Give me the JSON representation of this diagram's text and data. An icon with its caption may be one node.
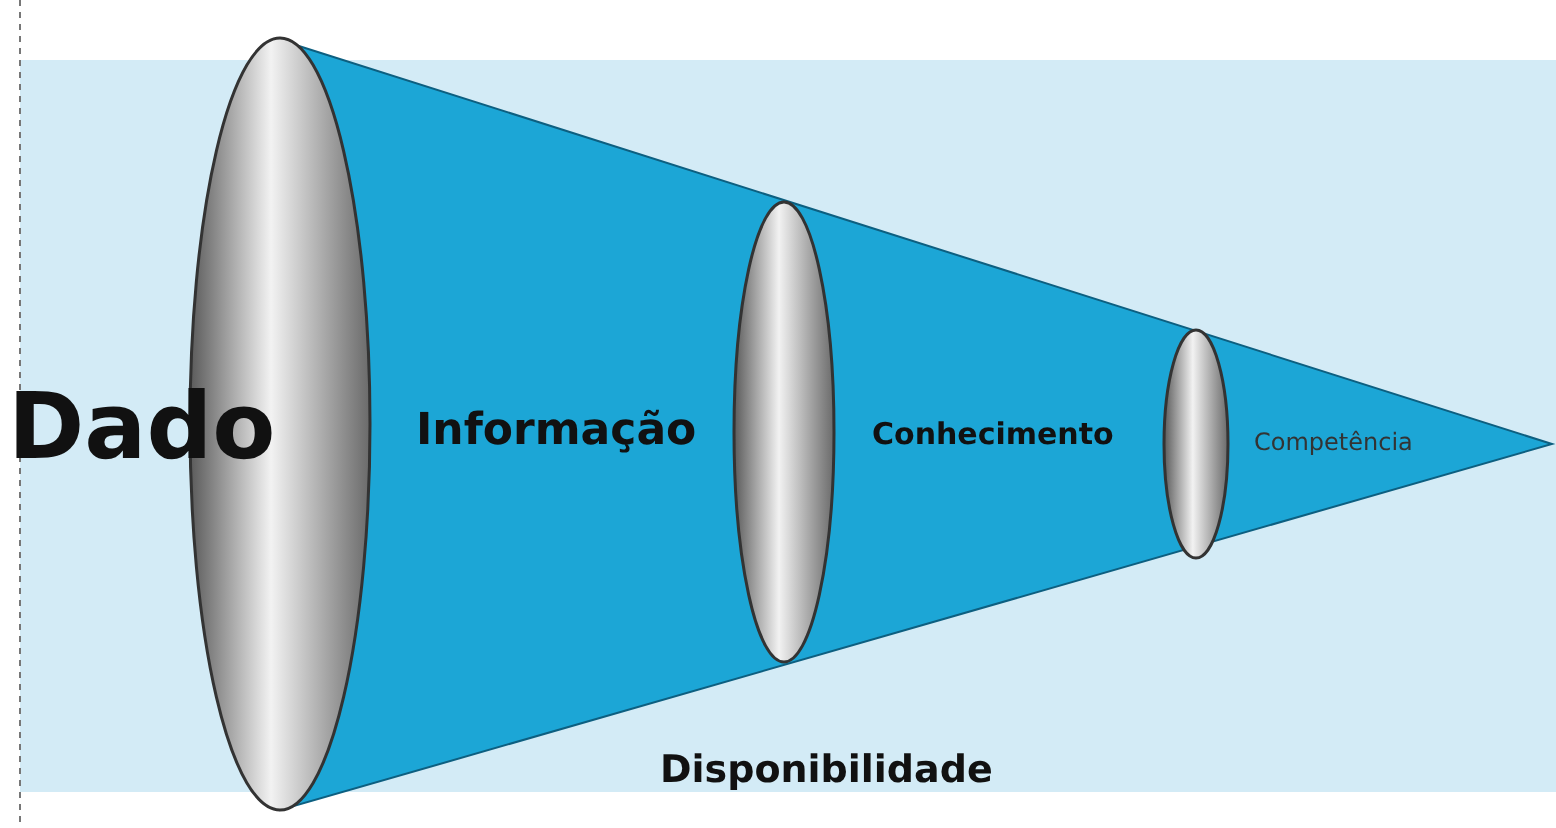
{
  "diagram": {
    "labels": [
      "Dado",
      "Informação",
      "Conhecimento",
      "Competência",
      "Disponibilidade"
    ]
  }
}
